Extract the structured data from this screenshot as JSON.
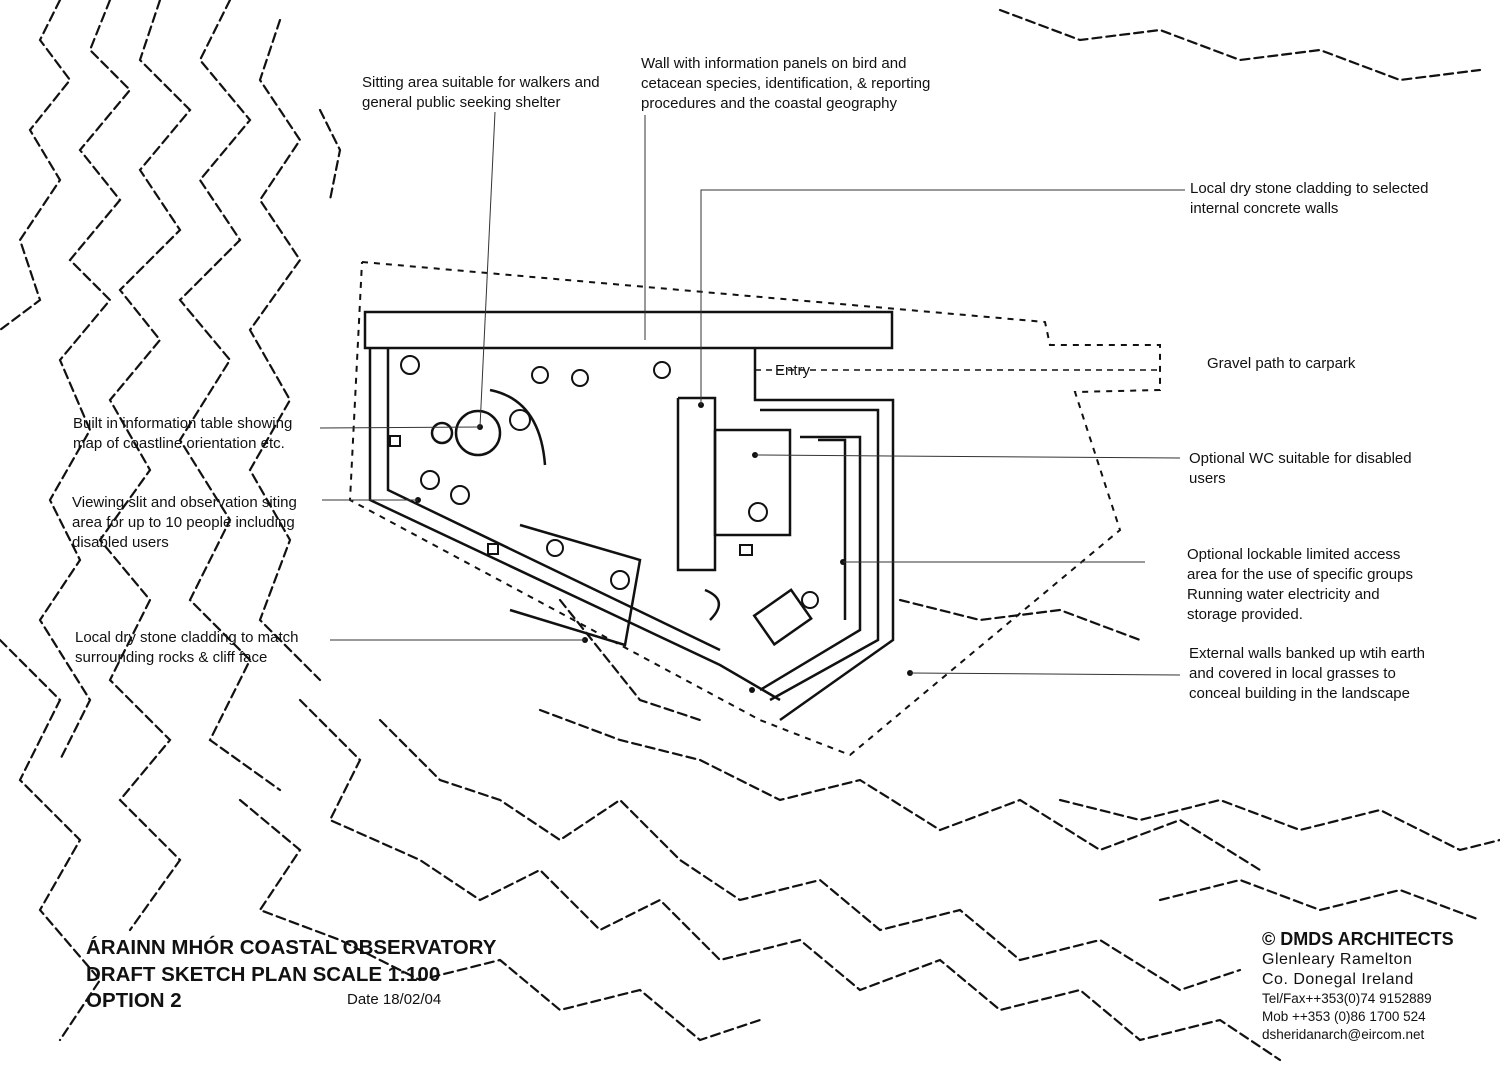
{
  "labels": {
    "sitting_area": [
      "Sitting area suitable for walkers and",
      "general public seeking shelter"
    ],
    "info_wall": [
      "Wall with information panels on bird and",
      "cetacean species, identification, & reporting",
      "procedures and the coastal geography"
    ],
    "stone_internal": [
      "Local dry stone cladding to selected",
      "internal concrete walls"
    ],
    "gravel_path": "Gravel path to carpark",
    "entry": "Entry",
    "info_table": [
      "Built in information table showing",
      "map of coastline  orientation etc."
    ],
    "wc": [
      "Optional WC suitable for disabled",
      "users"
    ],
    "viewing_slit": [
      "Viewing slit and observation siting",
      "area for up to 10 people including",
      "disabled users"
    ],
    "lockable": [
      "Optional lockable limited access",
      "area for the use of specific groups",
      "Running water electricity and",
      "storage provided."
    ],
    "stone_match": [
      "Local dry stone cladding to match",
      "surrounding rocks & cliff face"
    ],
    "external_walls": [
      "External walls banked up wtih earth",
      "and covered in local grasses to",
      "conceal building in the landscape"
    ]
  },
  "title_block": {
    "line1": "ÁRAINN MHÓR COASTAL OBSERVATORY",
    "line2": "DRAFT SKETCH PLAN SCALE 1:100",
    "line3": "OPTION  2",
    "date": "Date 18/02/04"
  },
  "firm": {
    "name": "© DMDS ARCHITECTS",
    "address1": "Glenleary Ramelton",
    "address2": "Co. Donegal Ireland",
    "tel": "Tel/Fax++353(0)74 9152889",
    "mob": "Mob ++353 (0)86 1700 524",
    "email": "dsheridanarch@eircom.net"
  }
}
